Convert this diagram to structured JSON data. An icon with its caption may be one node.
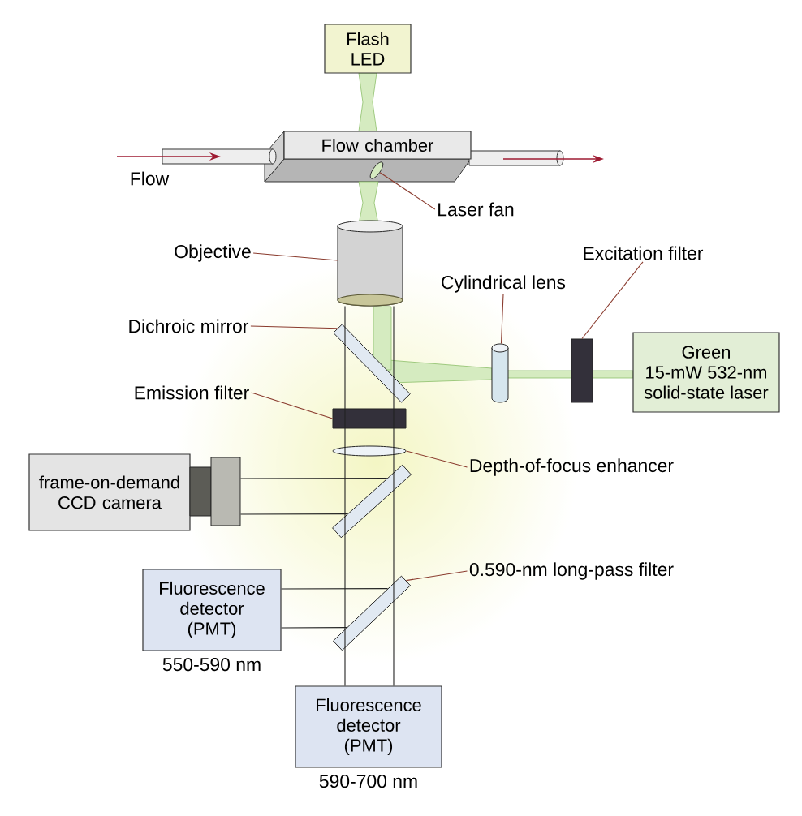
{
  "diagram": {
    "nodes": [
      {
        "text": [
          "Flash LED"
        ]
      },
      {
        "text": [
          "Flow chamber"
        ]
      },
      {
        "text": [
          "Laser fan"
        ]
      },
      {
        "text": [],
        "shape": "ellipse"
      },
      {
        "text": [
          "Objective"
        ]
      },
      {
        "text": [],
        "shape": "cylinder"
      },
      {
        "text": [
          "Excitation filter"
        ]
      },
      {
        "text": [
          "Cylindrical lens"
        ]
      },
      {
        "text": [],
        "shape": "cylinder"
      },
      {
        "text": [],
        "shape": "bar"
      },
      {
        "text": [
          "Green 15-mW 532-nm solid-state laser"
        ]
      },
      {
        "text": [
          "Dichroic mirror"
        ]
      },
      {
        "text": [],
        "shape": "bar"
      },
      {
        "text": [
          "Emission filter"
        ]
      },
      {
        "text": [],
        "shape": "bar"
      },
      {
        "text": [
          "frame-on-demand CCD camera"
        ]
      },
      {
        "text": [],
        "shape": "box"
      },
      {
        "text": [],
        "shape": "ellipse"
      },
      {
        "text": [
          "Depth-of-focus enhancer"
        ]
      },
      {
        "text": [],
        "shape": "bar"
      },
      {
        "text": [
          "0.590-nm long-pass filter"
        ]
      },
      {
        "text": [],
        "shape": "bar"
      },
      {
        "text": [
          "Fluorescence detector (PMT)"
        ],
        "beside": [
          "550-590 nm"
        ]
      },
      {
        "text": [
          "Fluorescence detector (PMT)"
        ],
        "beside": [
          "590-700 nm"
        ]
      }
    ],
    "edges": [
      {
        "from": 2,
        "to": 3,
        "arrow": "none"
      },
      {
        "from": 4,
        "to": 5,
        "arrow": "none"
      },
      {
        "from": 6,
        "to": 9,
        "arrow": "none"
      },
      {
        "from": 7,
        "to": 8,
        "arrow": "none"
      },
      {
        "from": 11,
        "to": 12,
        "arrow": "none"
      },
      {
        "from": 13,
        "to": 14,
        "arrow": "none"
      },
      {
        "from": 18,
        "to": 17,
        "arrow": "none"
      },
      {
        "from": 20,
        "to": 21,
        "arrow": "none"
      },
      {
        "from": 5,
        "to": 23,
        "arrow": "none",
        "color": "#222222"
      },
      {
        "from": 5,
        "to": 23,
        "arrow": "none",
        "color": "#222222"
      },
      {
        "from": 16,
        "to": 19,
        "arrow": "none",
        "color": "#222222"
      },
      {
        "from": 16,
        "to": 19,
        "arrow": "none",
        "color": "#222222"
      },
      {
        "from": 22,
        "to": 21,
        "arrow": "none",
        "color": "#222222"
      },
      {
        "from": 22,
        "to": 21,
        "arrow": "none",
        "color": "#222222"
      }
    ],
    "labels": [
      "Flow"
    ]
  }
}
